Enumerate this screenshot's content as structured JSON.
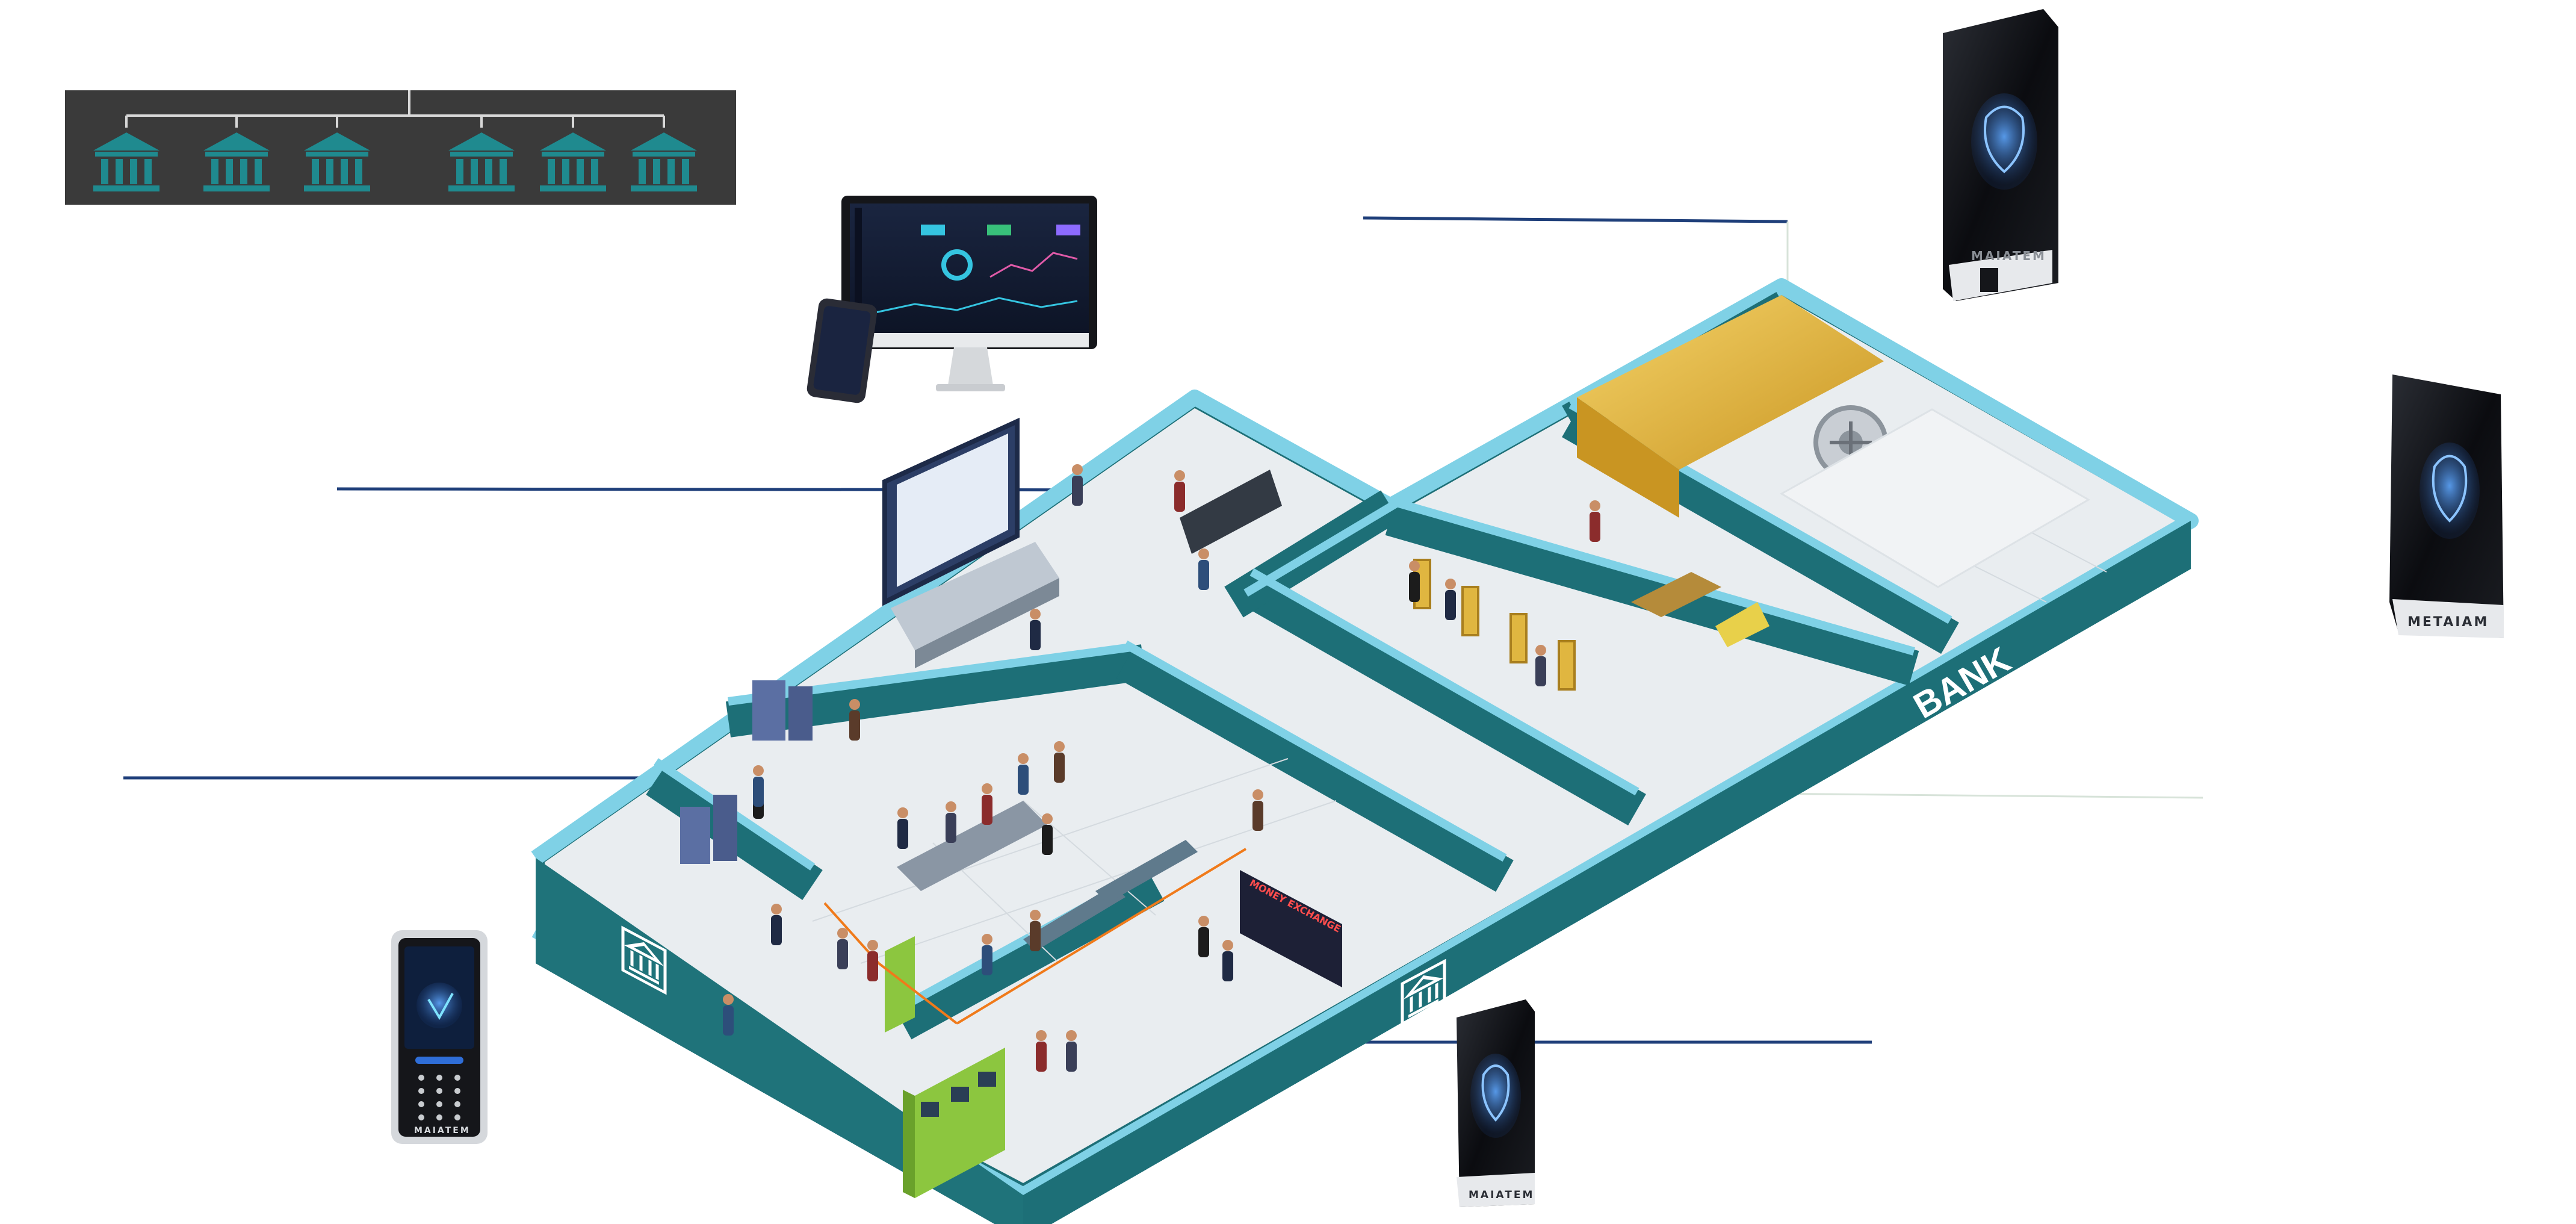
{
  "labels": {
    "floor_sign": "BANK",
    "device_brand_main": "METAIAM",
    "device_brand_mirrored": "MAIATEM",
    "exchange_board_title": "MONEY EXCHANGE"
  },
  "colors": {
    "wall_teal": "#1d6f77",
    "wall_top": "#7fd1e6",
    "floor": "#e9edf0",
    "hq_panel": "#3a3a3a",
    "bank_icon": "#1f8a8f",
    "leader_line": "#1f3f7a",
    "vault_gold": "#e8b73a",
    "device_black": "#111317",
    "device_face": "#2a5fa8"
  },
  "icons": [
    "bank-building-icon",
    "face-recognition-icon",
    "monitor-icon",
    "smartphone-icon",
    "vault-door-icon",
    "atm-icon"
  ]
}
